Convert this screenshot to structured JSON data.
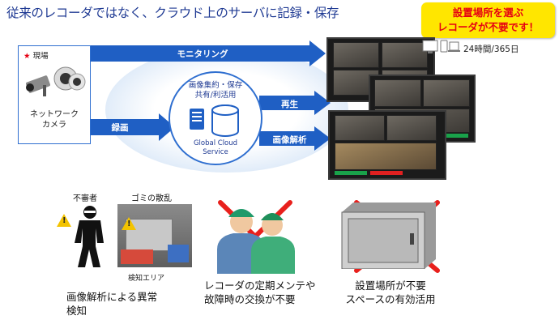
{
  "title": "従来のレコーダではなく、クラウド上のサーバに記録・保存",
  "callout": {
    "line1": "設置場所を選ぶ",
    "line2": "レコーダが不要です！"
  },
  "camera_box": {
    "site_label": "現場",
    "device_label_1": "ネットワーク",
    "device_label_2": "カメラ"
  },
  "arrows": {
    "monitoring": "モニタリング",
    "recording": "録画",
    "playback": "再生",
    "analysis": "画像解析"
  },
  "service": {
    "line1": "画像集約・保存",
    "line2": "共有/利活用",
    "name1": "Global Cloud",
    "name2": "Service"
  },
  "availability": "24時間/365日",
  "bottom": {
    "suspicious_label": "不審者",
    "garbage_label": "ゴミの散乱",
    "detection_area": "検知エリア",
    "caption1_line1": "画像解析による異常",
    "caption1_line2": "検知",
    "caption2_line1": "レコーダの定期メンテや",
    "caption2_line2": "故障時の交換が不要",
    "caption3_line1": "設置場所が不要",
    "caption3_line2": "スペースの有効活用"
  },
  "colors": {
    "arrow_blue": "#1f5fc4",
    "title_blue": "#1f3a93",
    "callout_bg": "#ffe600",
    "callout_text": "#e60012",
    "cross_red": "#e8201c"
  }
}
